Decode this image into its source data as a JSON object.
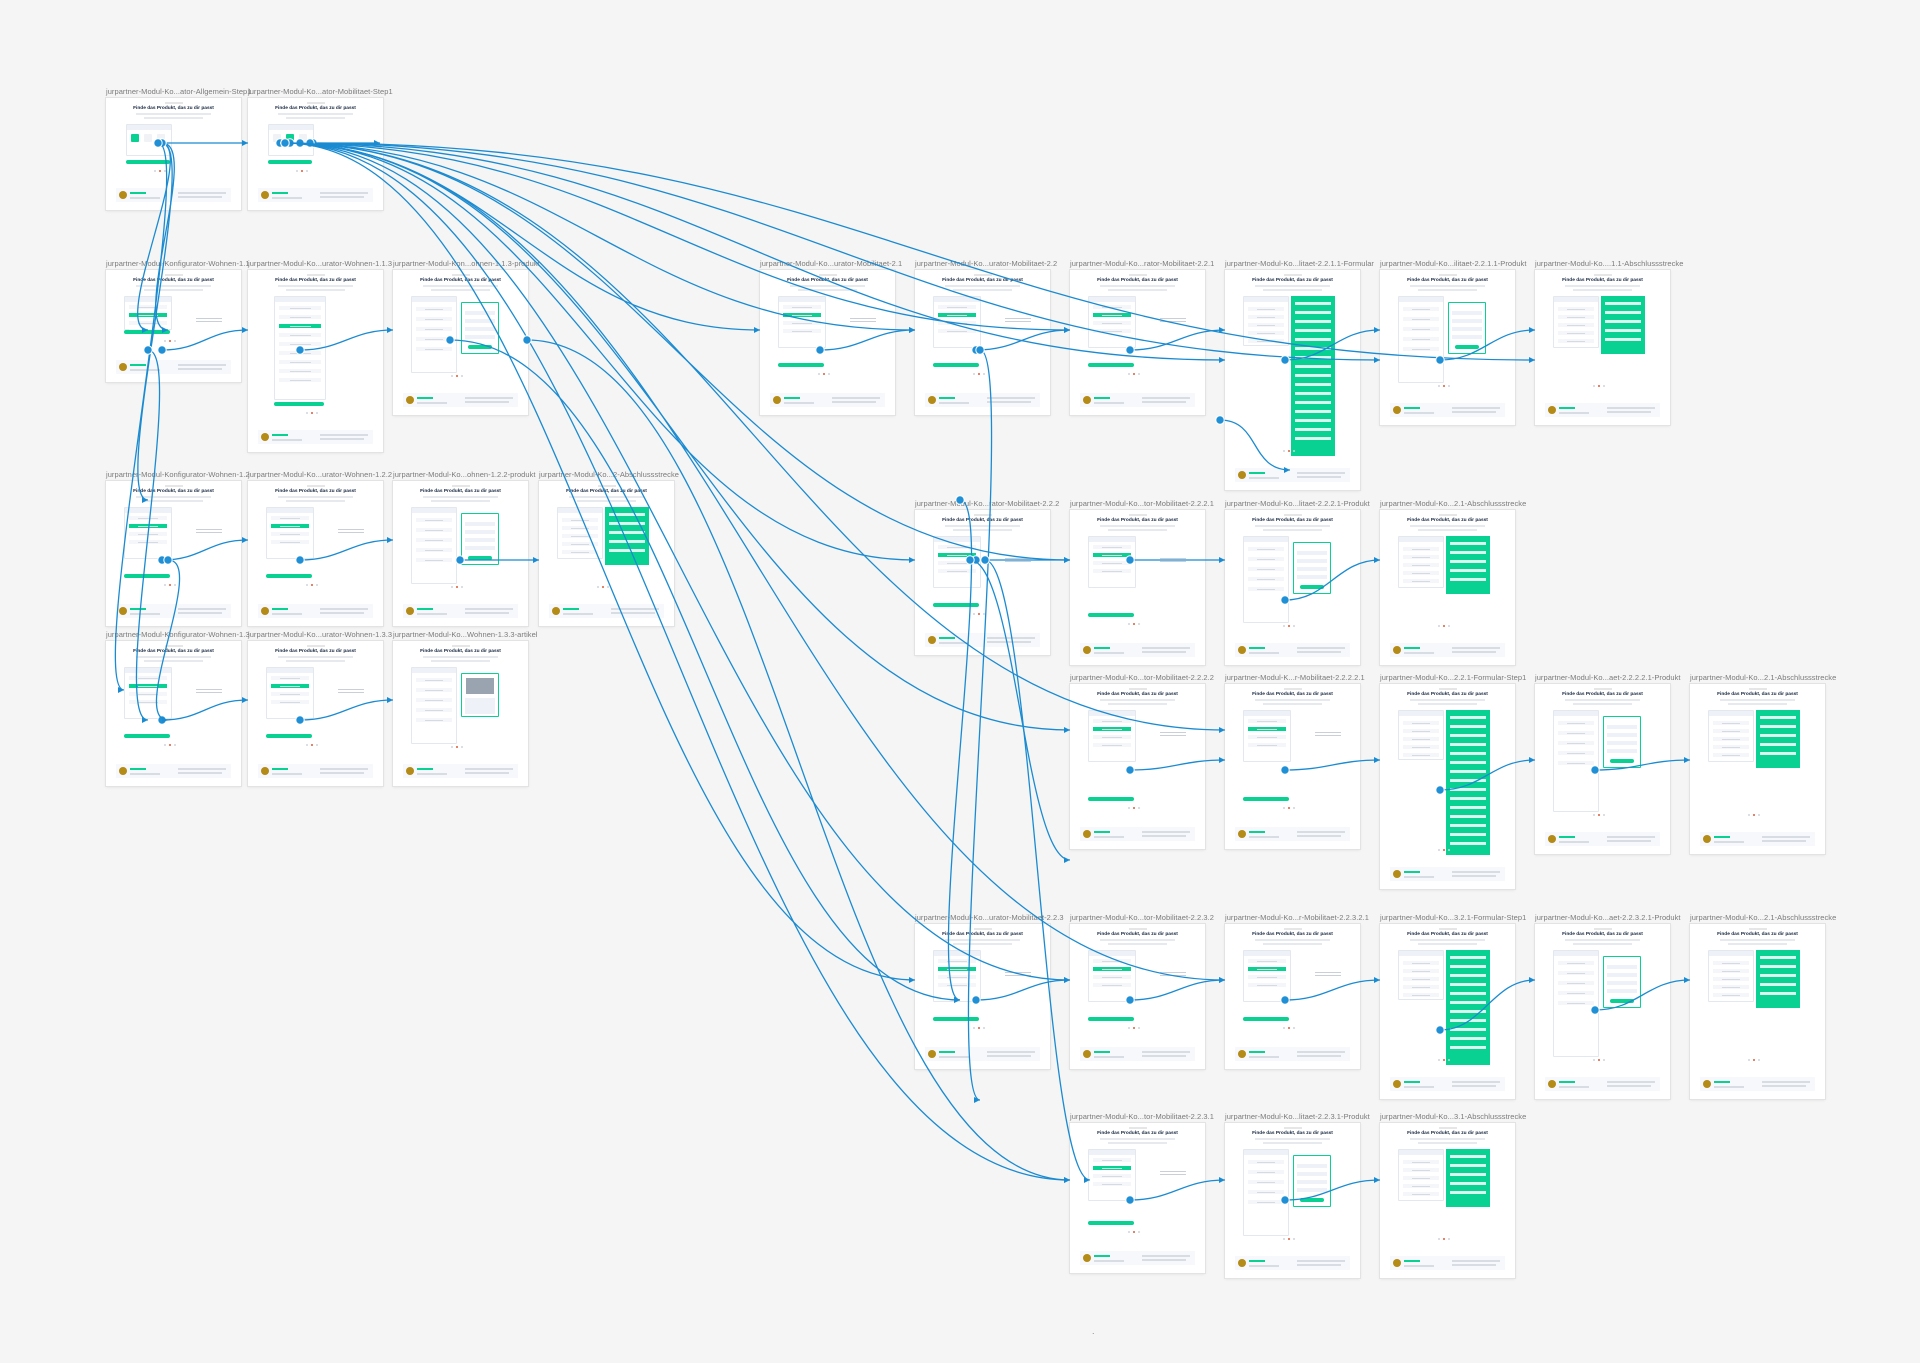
{
  "canvas": {
    "background": "#f5f5f5",
    "accent": "#08d192",
    "link_color": "#1b8bd1"
  },
  "board_header": "Finde das Produkt, das zu dir passt",
  "cursor_dot": ".",
  "artboards": [
    {
      "id": "a1",
      "title": "jurpartner-Modul-Ko...ator-Allgemein-Step1",
      "kind": "step1a"
    },
    {
      "id": "a2",
      "title": "jurpartner-Modul-Ko...ator-Mobilitaet-Step1",
      "kind": "step1b"
    },
    {
      "id": "w11",
      "title": "jurpartner-Modul-Konfigurator-Wohnen-1.1",
      "kind": "q"
    },
    {
      "id": "w113",
      "title": "jurpartner-Modul-Ko...urator-Wohnen-1.1.3",
      "kind": "list"
    },
    {
      "id": "w113p",
      "title": "jurpartner-Modul-Kon...ohnen-1.1.3-produkt",
      "kind": "product"
    },
    {
      "id": "w12",
      "title": "jurpartner-Modul-Konfigurator-Wohnen-1.2",
      "kind": "q"
    },
    {
      "id": "w122",
      "title": "jurpartner-Modul-Ko...urator-Wohnen-1.2.2",
      "kind": "q"
    },
    {
      "id": "w122p",
      "title": "jurpartner-Modul-Ko...ohnen-1.2.2-produkt",
      "kind": "product"
    },
    {
      "id": "w12a",
      "title": "jurpartner-Modul-Ko...2-Abschlussstrecke",
      "kind": "form"
    },
    {
      "id": "w13",
      "title": "jurpartner-Modul-Konfigurator-Wohnen-1.3",
      "kind": "q"
    },
    {
      "id": "w133",
      "title": "jurpartner-Modul-Ko...urator-Wohnen-1.3.3",
      "kind": "q"
    },
    {
      "id": "w133a",
      "title": "jurpartner-Modul-Ko...Wohnen-1.3.3-artikel",
      "kind": "article"
    },
    {
      "id": "m21",
      "title": "jurpartner-Modul-Ko...urator-Mobilitaet-2.1",
      "kind": "q"
    },
    {
      "id": "m22",
      "title": "jurpartner-Modul-Ko...urator-Mobilitaet-2.2",
      "kind": "q"
    },
    {
      "id": "m221",
      "title": "jurpartner-Modul-Ko...rator-Mobilitaet-2.2.1",
      "kind": "q"
    },
    {
      "id": "m2211f",
      "title": "jurpartner-Modul-Ko...litaet-2.2.1.1-Formular",
      "kind": "formlong"
    },
    {
      "id": "m2211p",
      "title": "jurpartner-Modul-Ko...ilitaet-2.2.1.1-Produkt",
      "kind": "product"
    },
    {
      "id": "m2211a",
      "title": "jurpartner-Modul-Ko....1.1-Abschlussstrecke",
      "kind": "form"
    },
    {
      "id": "m222x",
      "title": "jurpartner-Modul-Ko...rator-Mobilitaet-2.2.2",
      "kind": "q"
    },
    {
      "id": "m2221",
      "title": "jurpartner-Modul-Ko...tor-Mobilitaet-2.2.2.1",
      "kind": "q"
    },
    {
      "id": "m2221p",
      "title": "jurpartner-Modul-Ko...litaet-2.2.2.1-Produkt",
      "kind": "product"
    },
    {
      "id": "m2221a",
      "title": "jurpartner-Modul-Ko...2.1-Abschlussstrecke",
      "kind": "form"
    },
    {
      "id": "m2222",
      "title": "jurpartner-Modul-Ko...tor-Mobilitaet-2.2.2.2",
      "kind": "q"
    },
    {
      "id": "m22221",
      "title": "jurpartner-Modul-K...r-Mobilitaet-2.2.2.2.1",
      "kind": "q"
    },
    {
      "id": "m2221fs",
      "title": "jurpartner-Modul-Ko...2.2.1-Formular-Step1",
      "kind": "formlong"
    },
    {
      "id": "m22221p",
      "title": "jurpartner-Modul-Ko...aet-2.2.2.2.1-Produkt",
      "kind": "product"
    },
    {
      "id": "m22221a",
      "title": "jurpartner-Modul-Ko...2.1-Abschlussstrecke",
      "kind": "form"
    },
    {
      "id": "m223",
      "title": "jurpartner-Modul-Ko...urator-Mobilitaet-2.2.3",
      "kind": "q"
    },
    {
      "id": "m2232",
      "title": "jurpartner-Modul-Ko...tor-Mobilitaet-2.2.3.2",
      "kind": "q"
    },
    {
      "id": "m22321",
      "title": "jurpartner-Modul-Ko...r-Mobilitaet-2.2.3.2.1",
      "kind": "q"
    },
    {
      "id": "m2321fs",
      "title": "jurpartner-Modul-Ko...3.2.1-Formular-Step1",
      "kind": "formlong"
    },
    {
      "id": "m22321p",
      "title": "jurpartner-Modul-Ko...aet-2.2.3.2.1-Produkt",
      "kind": "product"
    },
    {
      "id": "m22321a",
      "title": "jurpartner-Modul-Ko...2.1-Abschlussstrecke",
      "kind": "form"
    },
    {
      "id": "m2231",
      "title": "jurpartner-Modul-Ko...tor-Mobilitaet-2.2.3.1",
      "kind": "q"
    },
    {
      "id": "m2231p",
      "title": "jurpartner-Modul-Ko...litaet-2.2.3.1-Produkt",
      "kind": "product"
    },
    {
      "id": "m2231a",
      "title": "jurpartner-Modul-Ko...3.1-Abschlussstrecke",
      "kind": "form"
    }
  ]
}
